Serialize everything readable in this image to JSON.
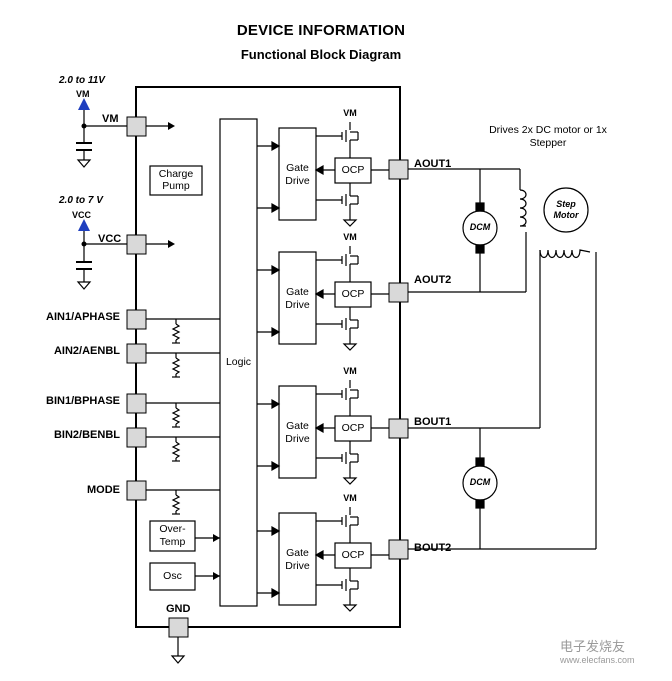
{
  "header": {
    "title": "DEVICE INFORMATION",
    "subtitle": "Functional Block Diagram"
  },
  "supplies": {
    "vm_range": "2.0 to 11V",
    "vm_label": "VM",
    "vcc_range": "2.0 to 7 V",
    "vcc_label": "VCC"
  },
  "pins": {
    "vm": "VM",
    "vcc": "VCC",
    "ain1": "AIN1/APHASE",
    "ain2": "AIN2/AENBL",
    "bin1": "BIN1/BPHASE",
    "bin2": "BIN2/BENBL",
    "mode": "MODE",
    "gnd": "GND",
    "aout1": "AOUT1",
    "aout2": "AOUT2",
    "bout1": "BOUT1",
    "bout2": "BOUT2"
  },
  "blocks": {
    "charge_pump": "Charge Pump",
    "logic": "Logic",
    "over_temp": "Over-Temp",
    "osc": "Osc",
    "gate_drive": "Gate Drive",
    "ocp": "OCP",
    "fet_vm": "VM"
  },
  "loads": {
    "caption": "Drives 2x DC motor or 1x Stepper",
    "dcm": "DCM",
    "step_motor": "Step Motor"
  },
  "watermark": {
    "text": "电子发烧友",
    "url": "www.elecfans.com"
  }
}
